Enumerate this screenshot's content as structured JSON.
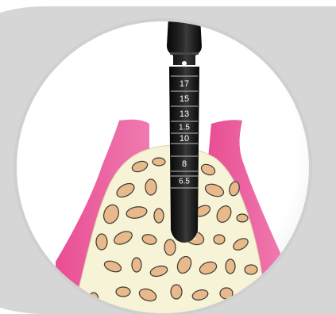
{
  "colors": {
    "background": "#ffffff",
    "backdrop_gray": "#d6d6d6",
    "circle_white": "#ffffff",
    "gum_pink": "#e84e93",
    "gum_pink_light": "#f27bb0",
    "bone_cream": "#f7f3d6",
    "trabecular_tan": "#e7b98b",
    "trabecular_outline": "#3e3a36",
    "instrument_black": "#111111",
    "instrument_highlight": "#555555",
    "label_text": "#ffffff"
  },
  "instrument": {
    "markings": [
      "17",
      "15",
      "13",
      "1.5",
      "10",
      "8",
      "6.5"
    ]
  }
}
